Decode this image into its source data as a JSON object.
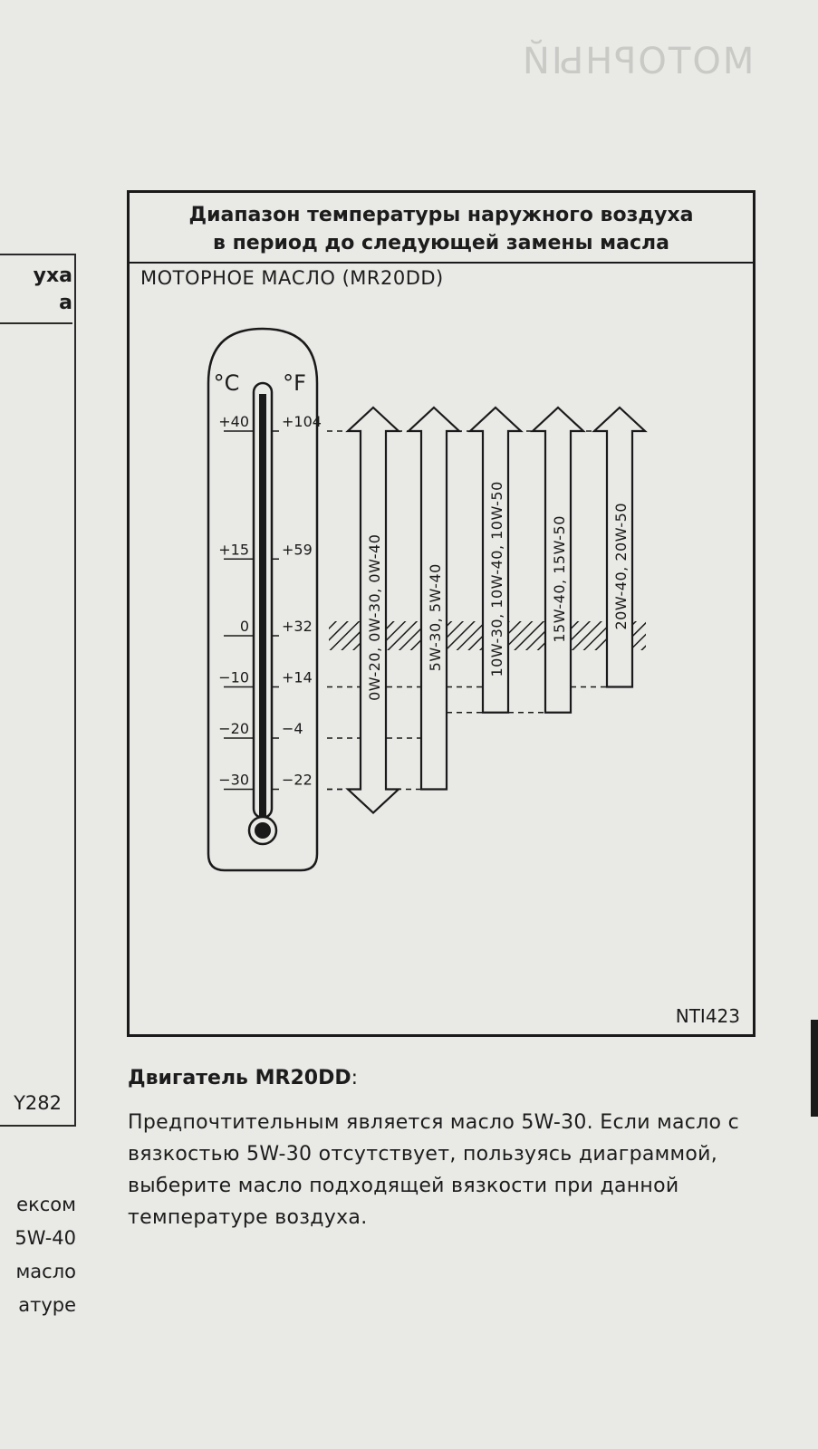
{
  "page": {
    "ghost_heading": "МОТОРНЫЙ",
    "left_column": {
      "header_lines": [
        "ухa",
        "a"
      ],
      "code": "Y282",
      "text_lines": [
        "ексом",
        "5W-40",
        "масло",
        "атуре"
      ]
    }
  },
  "figure": {
    "title_lines": [
      "Диапазон температуры наружного воздуха",
      "в период до следующей замены масла"
    ],
    "subtitle": "МОТОРНОЕ МАСЛО (MR20DD)",
    "code": "NTI423",
    "celsius_unit": "°C",
    "fahrenheit_unit": "°F",
    "temperatures": [
      {
        "c": "+40",
        "f": "+104",
        "c_value": 40
      },
      {
        "c": "+15",
        "f": "+59",
        "c_value": 15
      },
      {
        "c": "0",
        "f": "+32",
        "c_value": 0
      },
      {
        "c": "−10",
        "f": "+14",
        "c_value": -10
      },
      {
        "c": "−20",
        "f": "−4",
        "c_value": -20
      },
      {
        "c": "−30",
        "f": "−22",
        "c_value": -30
      }
    ],
    "oil_ranges": [
      {
        "label": "0W-20, 0W-30, 0W-40",
        "min_c": -30,
        "max_c": 40,
        "open_min": true,
        "open_max": true
      },
      {
        "label": "5W-30, 5W-40",
        "min_c": -30,
        "max_c": 40,
        "open_min": false,
        "open_max": true
      },
      {
        "label": "10W-30, 10W-40, 10W-50",
        "min_c": -15,
        "max_c": 40,
        "open_min": false,
        "open_max": true
      },
      {
        "label": "15W-40, 15W-50",
        "min_c": -15,
        "max_c": 40,
        "open_min": false,
        "open_max": true
      },
      {
        "label": "20W-40, 20W-50",
        "min_c": -10,
        "max_c": 40,
        "open_min": false,
        "open_max": true
      }
    ],
    "hatched_band_c": 0
  },
  "section": {
    "heading": "Двигатель MR20DD",
    "heading_colon": ":",
    "body": "Предпочтительным является масло 5W-30. Если масло с вязкостью 5W-30 отсутствует, пользуясь диаграммой, выберите масло подходящей вязкости при данной температуре воздуха."
  }
}
